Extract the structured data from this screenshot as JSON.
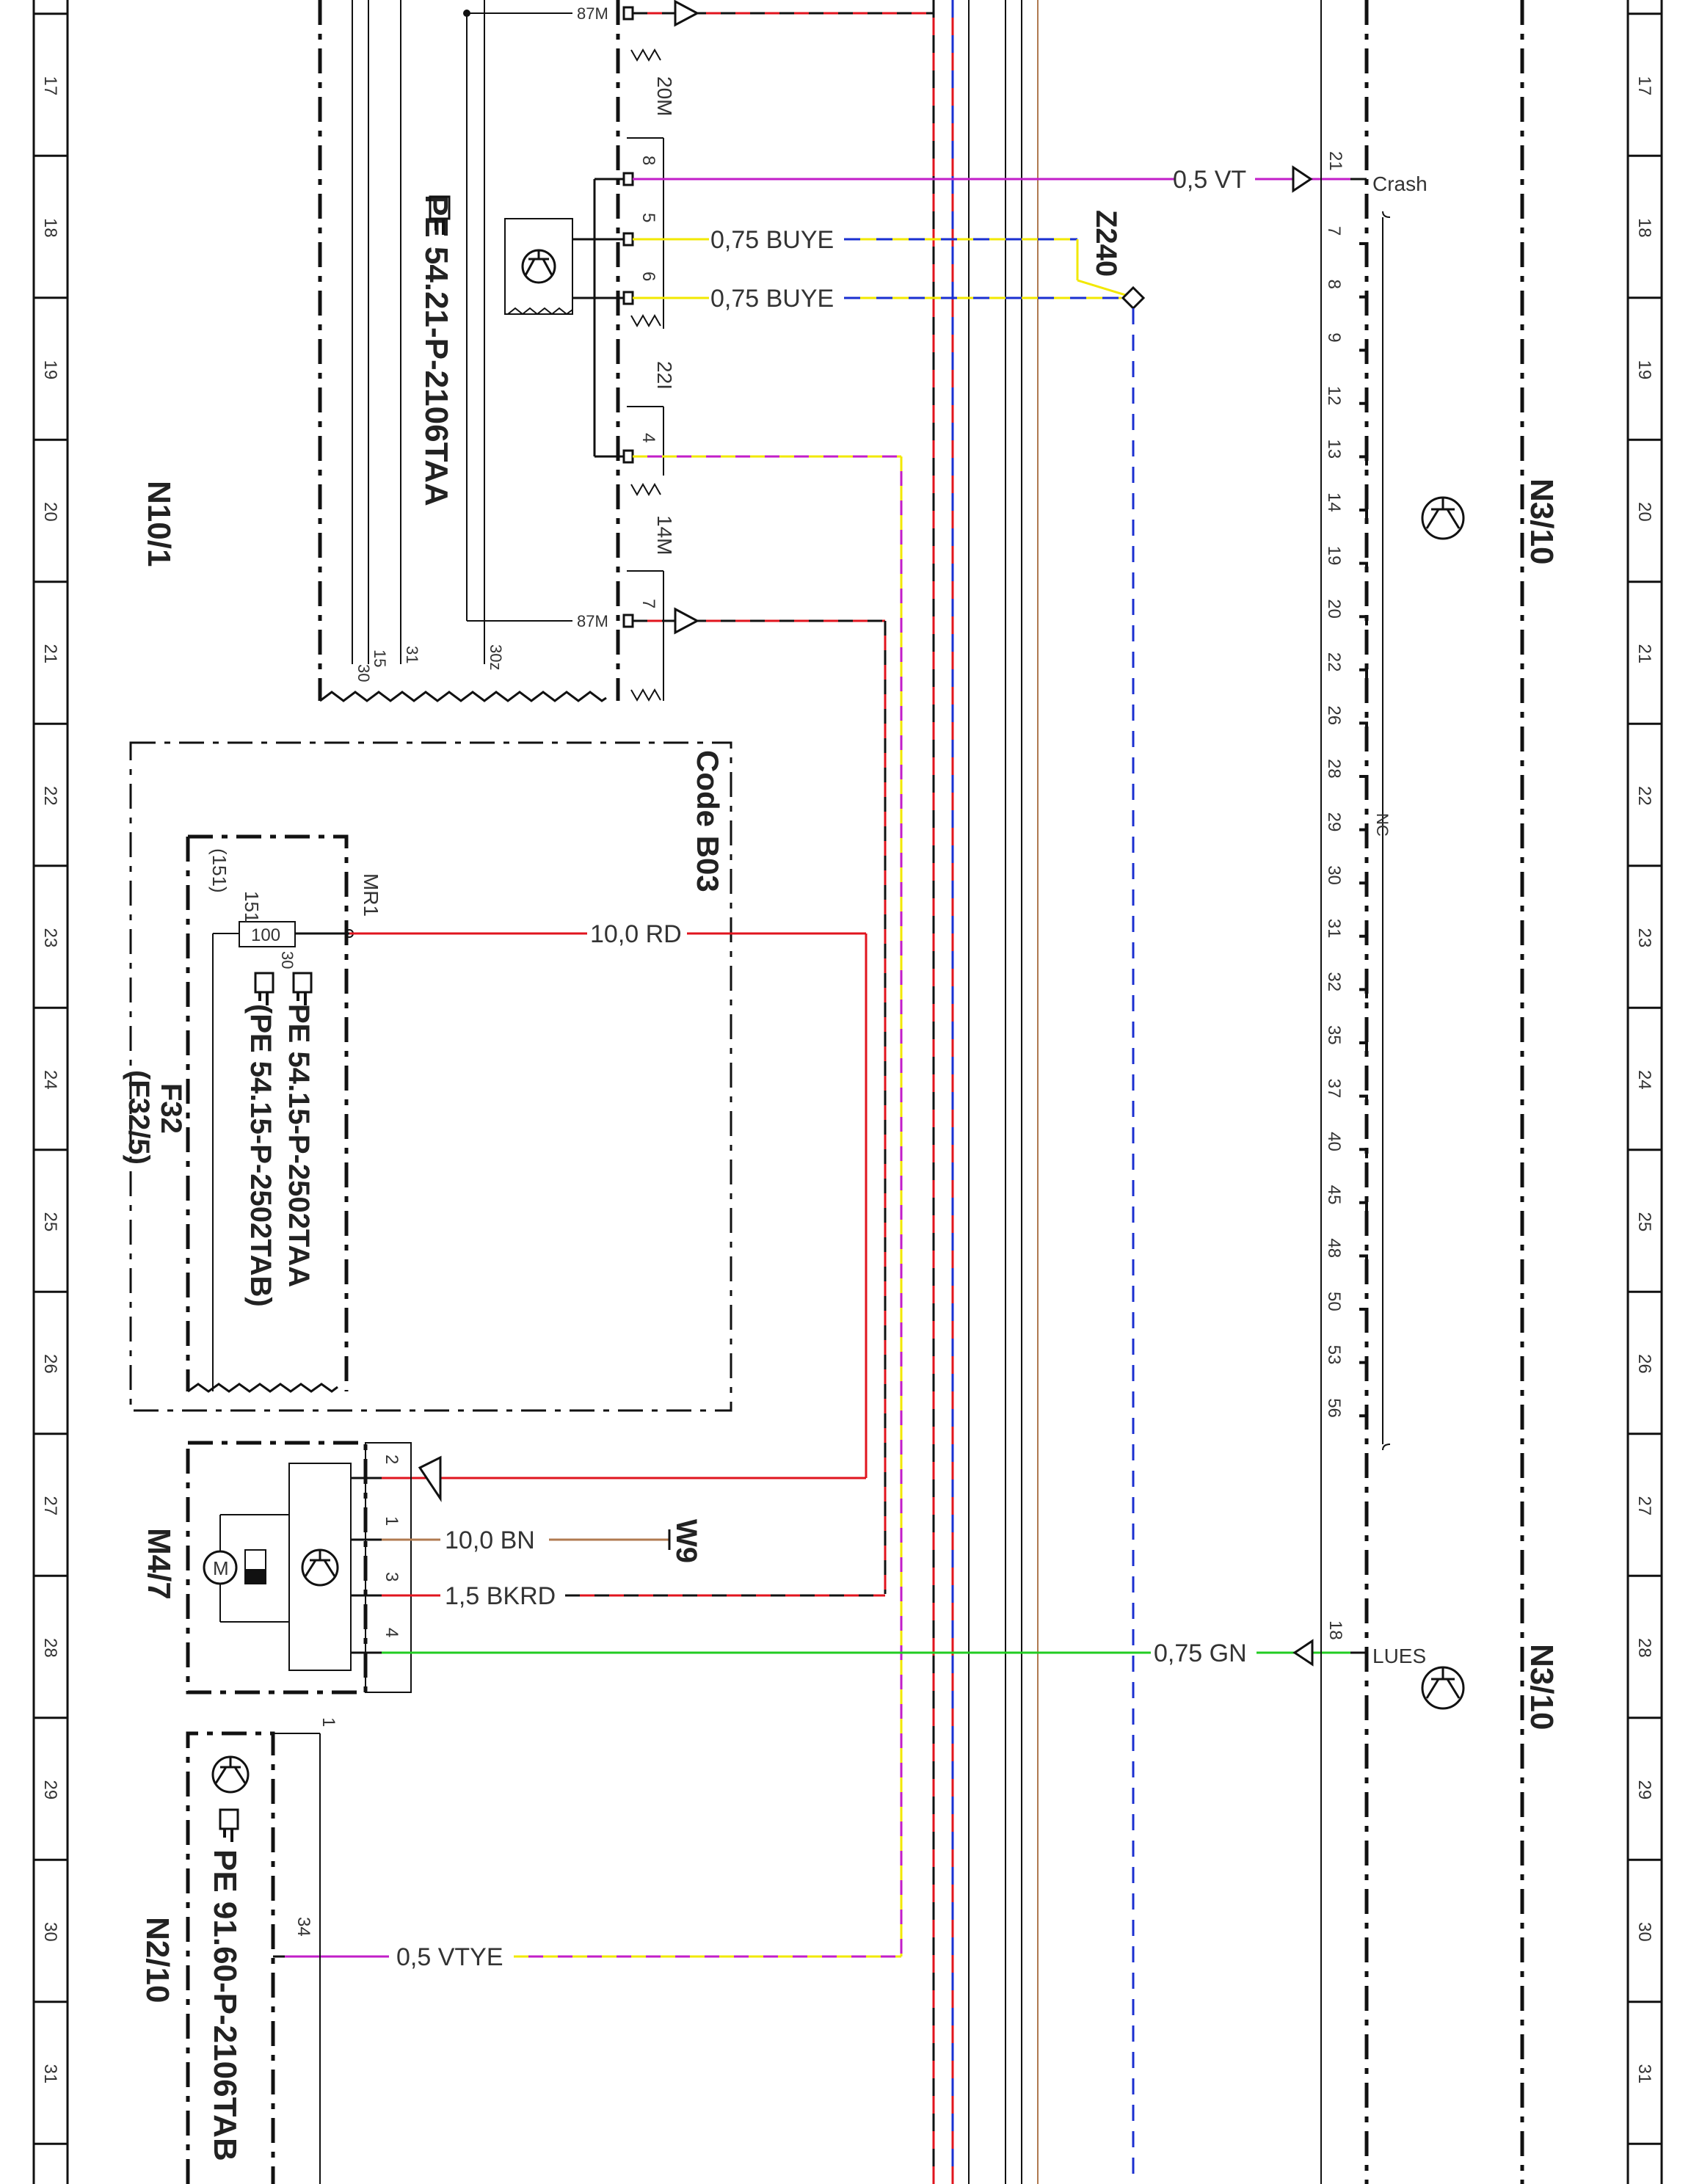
{
  "row_numbers": [
    "17",
    "18",
    "19",
    "20",
    "21",
    "22",
    "23",
    "24",
    "25",
    "26",
    "27",
    "28",
    "29",
    "30",
    "31"
  ],
  "components": {
    "n10_1": "N10/1",
    "n3_10_top": "N3/10",
    "n3_10_bottom": "N3/10",
    "code_b03": "Code B03",
    "f32": "F32",
    "f32_sub": "(F32/5)",
    "m4_7": "M4/7",
    "n2_10": "N2/10",
    "w9": "W9",
    "z240": "Z240"
  },
  "references": {
    "n10_1_ref": "PE 54.21-P-2106TAA",
    "f32_ref_a": "PE 54.15-P-2502TAA",
    "f32_ref_b": "(PE 54.15-P-2502TAB)",
    "n2_10_ref": "PE 91.60-P-2106TAB"
  },
  "wires": {
    "vt": "0,5 VT",
    "buye_1": "0,75 BUYE",
    "buye_2": "0,75 BUYE",
    "rd": "10,0 RD",
    "bn": "10,0 BN",
    "bkrd": "1,5 BKRD",
    "gn": "0,75 GN",
    "vtye": "0,5 VTYE"
  },
  "connectors": {
    "c20m": "20M",
    "c22l": "22I",
    "c14m": "14M",
    "p87m_1": "87M",
    "p87m_2": "87M",
    "pin8": "8",
    "pin5": "5",
    "pin6": "6",
    "pin4": "4",
    "pin7": "7",
    "t30": "30",
    "t15": "15",
    "t31": "31",
    "t30z": "30z",
    "mr1": "MR1",
    "f151": "151",
    "f151b": "(151)",
    "f100": "100",
    "f30": "30",
    "m_pin2": "2",
    "m_pin1": "1",
    "m_pin3": "3",
    "m_pin4": "4",
    "n2_pin1": "1",
    "n2_pin34": "34",
    "n3_pin21": "21",
    "n3_crash": "Crash",
    "n3_pin18": "18",
    "n3_lues": "LUES",
    "nc": "NC",
    "motor": "M"
  },
  "n3_pins": [
    "7",
    "8",
    "9",
    "12",
    "13",
    "14",
    "19",
    "20",
    "22",
    "26",
    "28",
    "29",
    "30",
    "31",
    "32",
    "35",
    "37",
    "40",
    "45",
    "48",
    "50",
    "53",
    "56"
  ],
  "colors": {
    "red": "#e0141e",
    "blue": "#1a2fd0",
    "yellow": "#f2e800",
    "violet": "#c21ec8",
    "green": "#22cc22",
    "brown": "#b07a50",
    "black": "#111111",
    "grey": "#555555"
  }
}
